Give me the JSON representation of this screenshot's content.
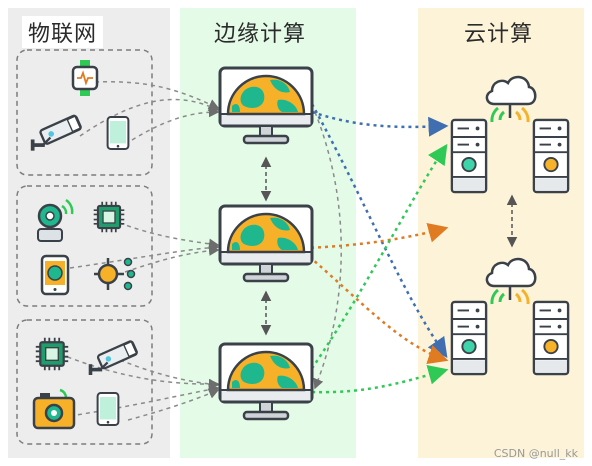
{
  "columns": {
    "iot": "物联网",
    "edge": "边缘计算",
    "cloud": "云计算"
  },
  "watermark": "CSDN @null_kk",
  "colors": {
    "iot_bg": "#ededed",
    "edge_bg": "#e4fbe8",
    "cloud_bg": "#fcf3d8",
    "arrow_blue": "#3f6fb0",
    "arrow_orange": "#e07b22",
    "arrow_green": "#2fc956",
    "arrow_gray": "#8a8a8a"
  },
  "icons": {
    "iot_group_1": [
      "smartwatch-icon",
      "security-camera-icon",
      "smartphone-icon"
    ],
    "iot_group_2": [
      "webcam-icon",
      "chip-icon",
      "smartphone-globe-icon",
      "sensor-hub-icon"
    ],
    "iot_group_3": [
      "chip-icon",
      "security-camera-icon",
      "camera-icon",
      "smartphone-icon"
    ],
    "edge": [
      "edge-monitor-icon",
      "edge-monitor-icon",
      "edge-monitor-icon"
    ],
    "cloud": [
      "cloud-icon",
      "server-icon",
      "server-icon",
      "cloud-icon",
      "server-icon",
      "server-icon"
    ]
  }
}
